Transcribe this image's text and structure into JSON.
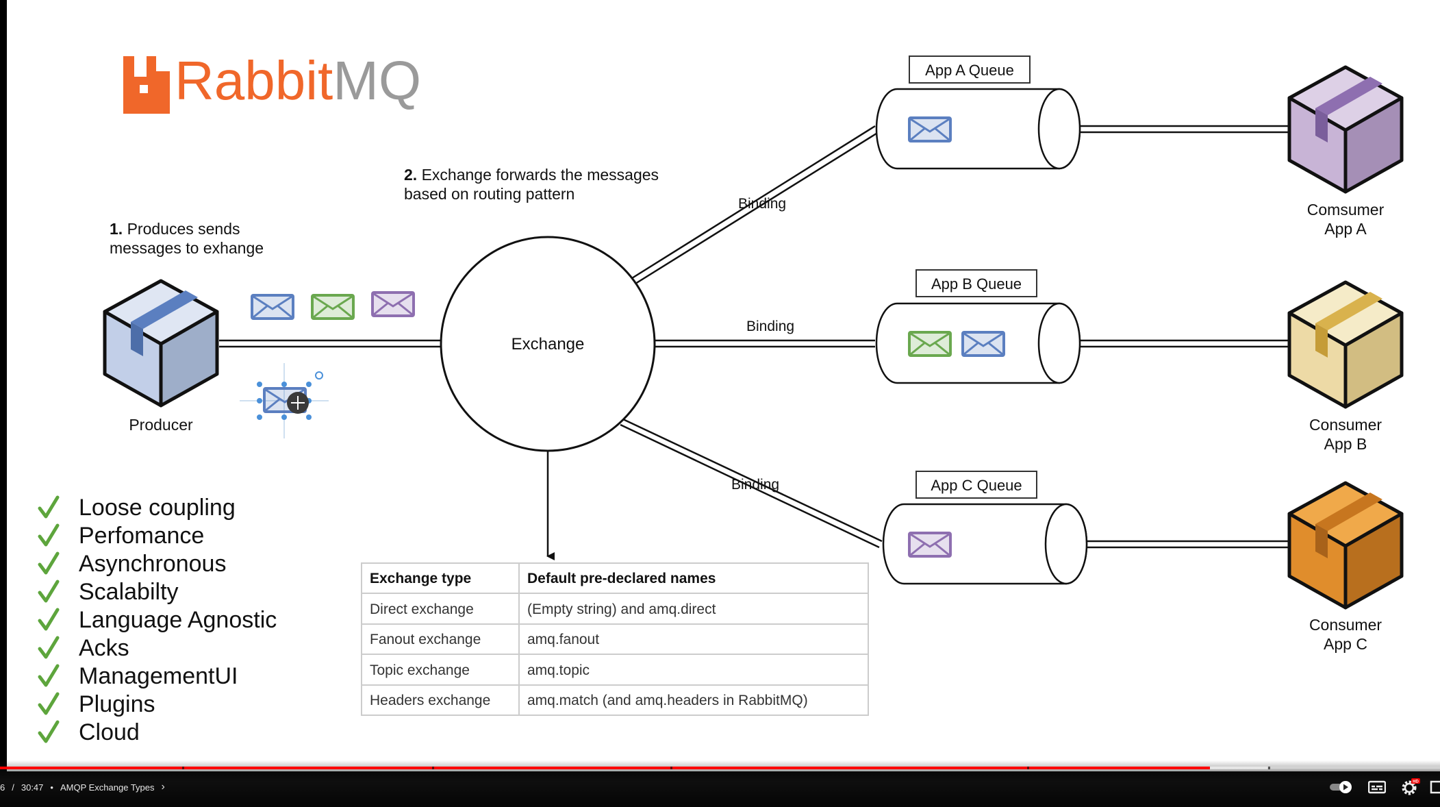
{
  "slide": {
    "logo_text_rabbit": "Rabbit",
    "logo_text_mq": "MQ",
    "step1_num": "1.",
    "step1_line1": "Produces sends",
    "step1_line2": "messages to exhange",
    "step2_num": "2.",
    "step2_line1": "Exchange forwards the messages",
    "step2_line2": "based on routing pattern",
    "exchange_label": "Exchange",
    "producer_label": "Producer",
    "binding_labels": [
      "Binding",
      "Binding",
      "Binding"
    ],
    "queues": [
      {
        "label": "App A Queue"
      },
      {
        "label": "App B Queue"
      },
      {
        "label": "App C Queue"
      }
    ],
    "consumers": [
      {
        "line1": "Comsumer",
        "line2": "App A"
      },
      {
        "line1": "Consumer",
        "line2": "App B"
      },
      {
        "line1": "Consumer",
        "line2": "App C"
      }
    ],
    "features": [
      "Loose coupling",
      "Perfomance",
      "Asynchronous",
      "Scalabilty",
      "Language Agnostic",
      "Acks",
      "ManagementUI",
      "Plugins",
      "Cloud"
    ],
    "table": {
      "headers": [
        "Exchange type",
        "Default pre-declared names"
      ],
      "rows": [
        [
          "Direct exchange",
          "(Empty string) and amq.direct"
        ],
        [
          "Fanout exchange",
          "amq.fanout"
        ],
        [
          "Topic exchange",
          "amq.topic"
        ],
        [
          "Headers exchange",
          "amq.match (and amq.headers in RabbitMQ)"
        ]
      ]
    },
    "colors": {
      "brand_orange": "#f0672a",
      "logo_gray": "#999999",
      "envelope_blue": "#5b7fc0",
      "envelope_green": "#6aa84f",
      "envelope_purple": "#8e6fb0",
      "producer_box": "#c5d2ea",
      "consumer_a_box": "#cbb8d8",
      "consumer_b_box": "#eddca8",
      "consumer_c_box": "#dd8c2c",
      "check_green": "#5da53c"
    }
  },
  "player": {
    "time_current": "6",
    "time_total": "30:47",
    "chapter_title": "AMQP Exchange Types",
    "progress_played": 0.84,
    "progress_buffered": 0.88,
    "hd_badge": "HD",
    "icons": [
      "autoplay-toggle-icon",
      "subtitles-icon",
      "settings-gear-icon",
      "miniplayer-icon"
    ]
  }
}
